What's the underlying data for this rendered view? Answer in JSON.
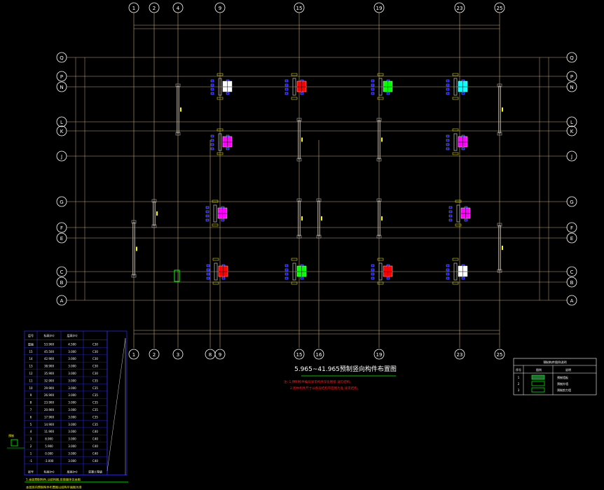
{
  "colors": {
    "background": "#000000",
    "axis": "#c8a878",
    "bubble": "#ffffff",
    "wall": "#b0b0b0",
    "label": "#ffff00",
    "rebar": "#0000ff",
    "table_frame": "#2a2ad8",
    "title_underline": "#00c000",
    "note": "#ff2020",
    "magenta": "#ff00ff",
    "red": "#ff0000",
    "green": "#00ff00",
    "cyan": "#00ffff",
    "white": "#ffffff"
  },
  "grid": {
    "top_axes": [
      "1",
      "2",
      "4",
      "9",
      "15",
      "19",
      "23",
      "25"
    ],
    "bottom_axes": [
      "1",
      "2",
      "3",
      "8",
      "9",
      "15",
      "16",
      "19",
      "23",
      "25"
    ],
    "rows": [
      "Q",
      "P",
      "N",
      "L",
      "K",
      "J",
      "G",
      "F",
      "E",
      "C",
      "B",
      "A"
    ]
  },
  "drawing": {
    "title": "5.965~41.965预制竖向构件布置图",
    "notes": [
      "注: 1.预制构件编号详见构件深化图纸 详见结构。",
      "2.图中构件尺寸以各层结构平面图为准,详见结构。"
    ]
  },
  "floor_table": {
    "header": [
      "层号",
      "标高(m)",
      "层高(m)",
      ""
    ],
    "rows": [
      [
        "屋面",
        "53.900",
        "4.500",
        "C30"
      ],
      [
        "15",
        "45.500",
        "3.000",
        "C30"
      ],
      [
        "14",
        "42.900",
        "3.000",
        "C30"
      ],
      [
        "13",
        "38.900",
        "3.000",
        "C30"
      ],
      [
        "12",
        "35.900",
        "3.000",
        "C30"
      ],
      [
        "11",
        "32.900",
        "3.000",
        "C35"
      ],
      [
        "10",
        "29.900",
        "3.000",
        "C35"
      ],
      [
        "9",
        "26.900",
        "3.000",
        "C35"
      ],
      [
        "8",
        "23.900",
        "3.000",
        "C35"
      ],
      [
        "7",
        "20.900",
        "3.000",
        "C35"
      ],
      [
        "6",
        "17.900",
        "3.000",
        "C35"
      ],
      [
        "5",
        "14.900",
        "3.000",
        "C35"
      ],
      [
        "4",
        "11.900",
        "3.000",
        "C40"
      ],
      [
        "3",
        "8.900",
        "3.000",
        "C40"
      ],
      [
        "2",
        "5.900",
        "3.000",
        "C40"
      ],
      [
        "1",
        "0.000",
        "3.000",
        "C40"
      ],
      [
        "-1",
        "-3.000",
        "3.000",
        "C40"
      ]
    ],
    "footer": [
      "层号",
      "标高(m)",
      "层高(m)",
      "混凝土等级"
    ],
    "side_notes": [
      "1.本层预制构件,以结构图,安装顺序见本图",
      "本层竖向预制构件布置图以结构平面图为准"
    ],
    "left_tag": "预制"
  },
  "legend": {
    "title": "预制构件图例说明",
    "header": [
      "序号",
      "图例",
      "说明"
    ],
    "rows": [
      {
        "index": "1",
        "desc": "预制墙板"
      },
      {
        "index": "2",
        "desc": "预制外墙"
      },
      {
        "index": "3",
        "desc": "预制剪力墙"
      }
    ]
  }
}
